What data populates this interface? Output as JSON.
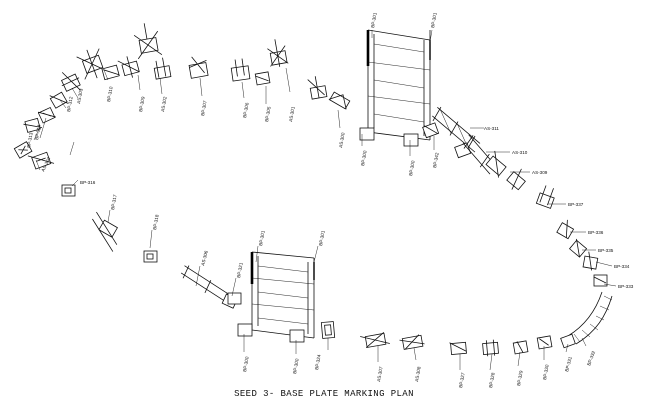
{
  "title": "SEED 3- BASE PLATE MARKING PLAN",
  "labels": [
    "BP-313",
    "BP-314",
    "BP-312",
    "AS-303",
    "AS-304",
    "BP-310",
    "BP-309",
    "AS-302",
    "BP-307",
    "BP-306",
    "BP-305",
    "AS-301",
    "BP-301",
    "BP-301",
    "AS-300",
    "BP-300",
    "BP-300",
    "BP-342",
    "AS-311",
    "AS-310",
    "AS-309",
    "BP-337",
    "BP-336",
    "BP-335",
    "BP-334",
    "BP-333",
    "BP-332",
    "BP-331",
    "BP-330",
    "BP-329",
    "BP-328",
    "BP-327",
    "AS-308",
    "AS-307",
    "BP-324",
    "BP-300",
    "BP-300",
    "BP-301",
    "BP-321",
    "BP-301",
    "AS-306",
    "BP-318",
    "BP-317",
    "BP-316"
  ]
}
